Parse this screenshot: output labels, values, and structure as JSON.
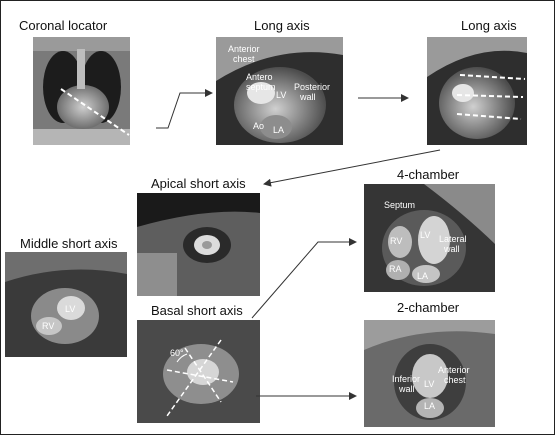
{
  "titles": {
    "coronal": "Coronal locator",
    "long1": "Long axis",
    "long2": "Long axis",
    "apical": "Apical short axis",
    "middle": "Middle short axis",
    "basal": "Basal short axis",
    "four": "4-chamber",
    "two": "2-chamber"
  },
  "labels": {
    "long1": {
      "anterior_l1": "Anterior",
      "anterior_l2": "chest",
      "antero_l1": "Antero",
      "antero_l2": "septum",
      "lv": "LV",
      "posterior_l1": "Posterior",
      "posterior_l2": "wall",
      "ao": "Ao",
      "la": "LA"
    },
    "middle": {
      "lv": "LV",
      "rv": "RV"
    },
    "basal": {
      "angle": "60°"
    },
    "four": {
      "septum": "Septum",
      "rv": "RV",
      "lv": "LV",
      "lateral_l1": "Lateral",
      "lateral_l2": "wall",
      "ra": "RA",
      "la": "LA"
    },
    "two": {
      "inferior_l1": "Inferior",
      "inferior_l2": "wall",
      "lv": "LV",
      "anterior_l1": "Anterior",
      "anterior_l2": "chest",
      "la": "LA"
    }
  },
  "colors": {
    "arrow": "#333333",
    "dash": "#ffffff",
    "mri_dark": "#141414",
    "mri_mid": "#6a6a6a",
    "mri_bright": "#d8d8d8"
  }
}
